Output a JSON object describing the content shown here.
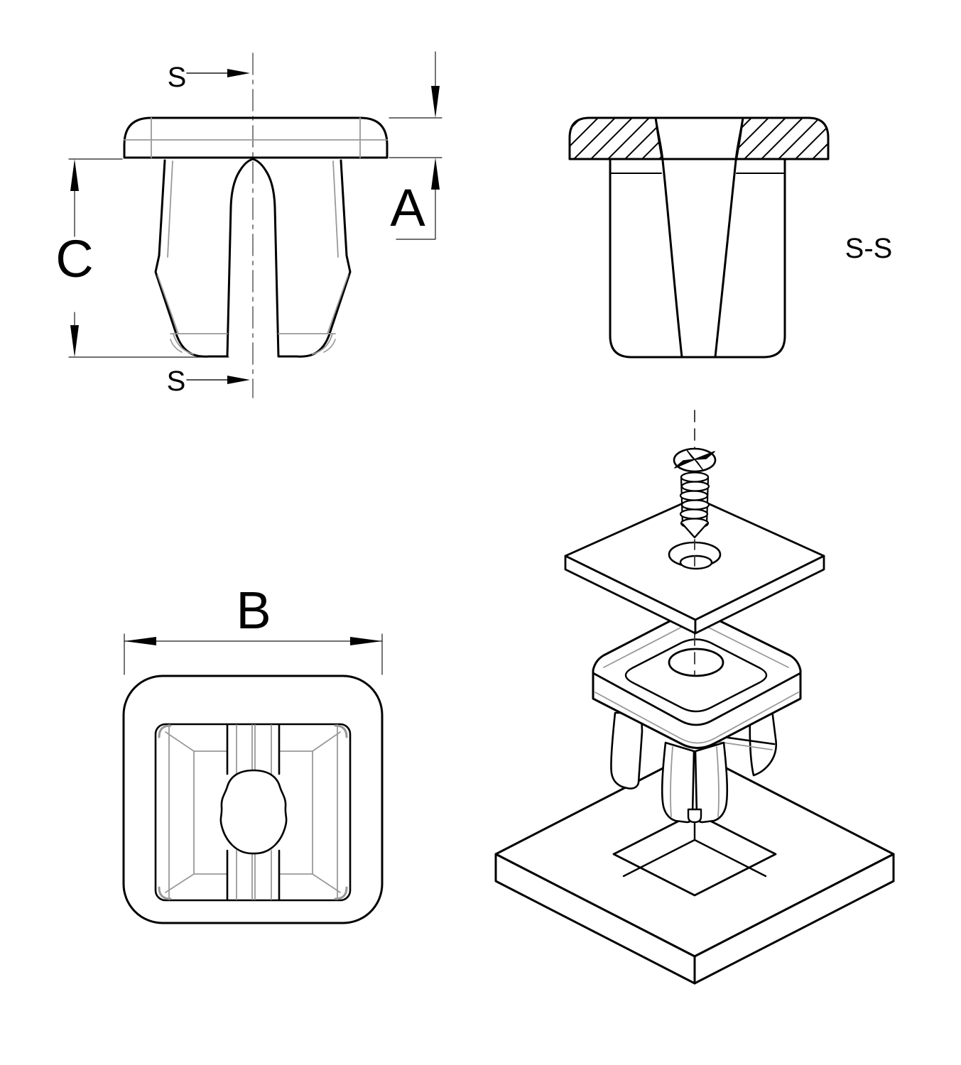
{
  "drawing": {
    "type": "technical-drawing",
    "labels": {
      "section_marker_top": "S",
      "section_marker_bottom": "S",
      "section_view_title": "S-S",
      "dim_head_height": "A",
      "dim_overall_width": "B",
      "dim_leg_length": "C"
    },
    "colors": {
      "background": "#ffffff",
      "contour": "#000000",
      "tangent_edge": "#999999",
      "centerline": "#777777",
      "dimension_line": "#1a1a1a"
    }
  }
}
